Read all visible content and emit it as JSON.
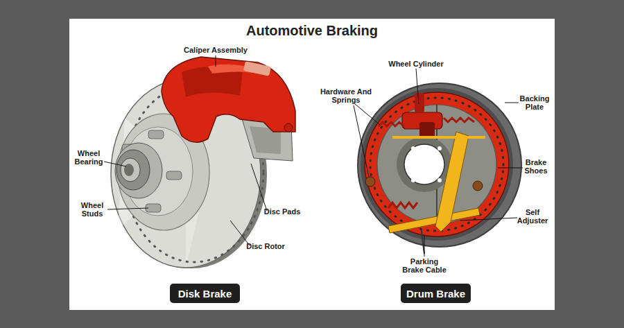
{
  "diagram": {
    "title": "Automotive Braking",
    "nodes": [
      {
        "text": [
          "Disk Brake"
        ]
      },
      {
        "text": [
          "Drum Brake"
        ]
      }
    ],
    "labels": [
      "Caliper Assembly",
      "Wheel Bearing",
      "Wheel Studs",
      "Disc Pads",
      "Disc Rotor",
      "Wheel Cylinder",
      "Hardware And Springs",
      "Backing Plate",
      "Brake Shoes",
      "Self Adjuster",
      "Parking Brake Cable"
    ]
  }
}
